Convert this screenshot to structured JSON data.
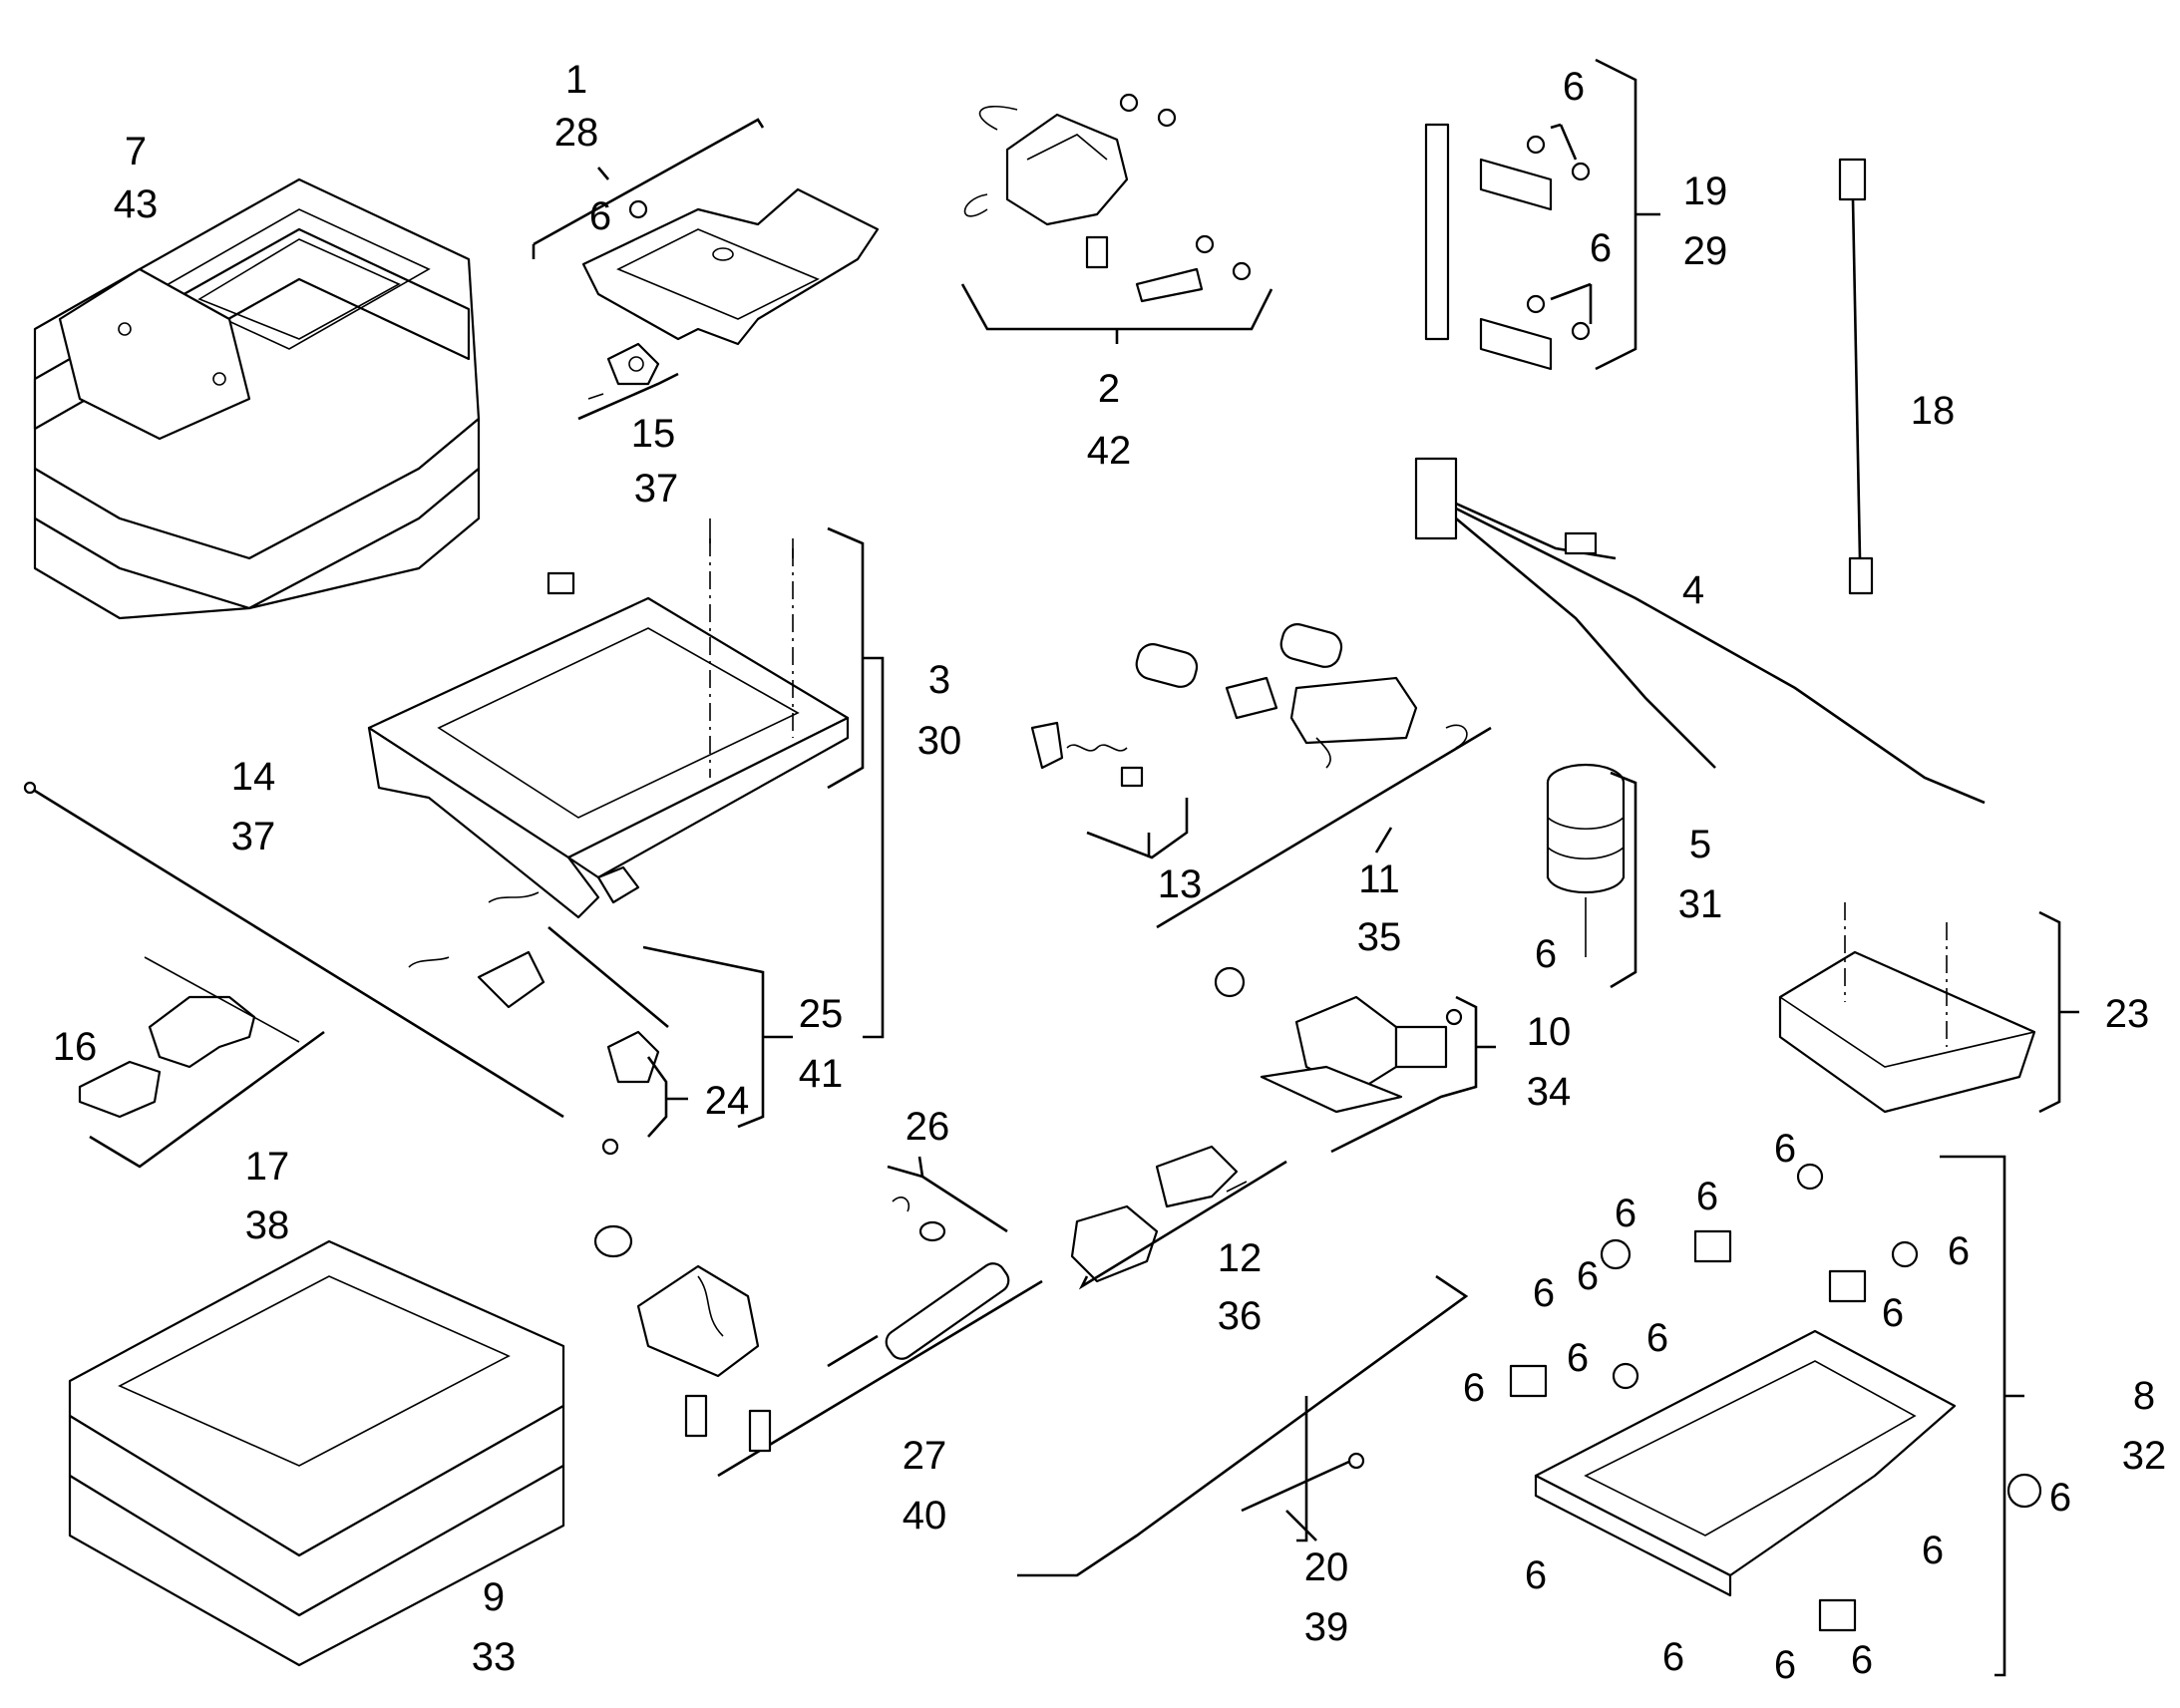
{
  "labels": {
    "l1": "1",
    "l28": "28",
    "l2": "2",
    "l42": "42",
    "l7": "7",
    "l43": "43",
    "l15": "15",
    "l37a": "37",
    "l6_a": "6",
    "l6_b": "6",
    "l6_c": "6",
    "l19": "19",
    "l29": "29",
    "l18": "18",
    "l4": "4",
    "l3": "3",
    "l30": "30",
    "l14": "14",
    "l37b": "37",
    "l13": "13",
    "l11": "11",
    "l35": "35",
    "l5": "5",
    "l31": "31",
    "l6_d": "6",
    "l16": "16",
    "l17": "17",
    "l38": "38",
    "l25": "25",
    "l41": "41",
    "l24": "24",
    "l10": "10",
    "l34": "34",
    "l23": "23",
    "l26": "26",
    "l27": "27",
    "l40": "40",
    "l12": "12",
    "l36": "36",
    "l9": "9",
    "l33": "33",
    "l20": "20",
    "l39": "39",
    "l8": "8",
    "l32": "32",
    "s6_1": "6",
    "s6_2": "6",
    "s6_3": "6",
    "s6_4": "6",
    "s6_5": "6",
    "s6_6": "6",
    "s6_7": "6",
    "s6_8": "6",
    "s6_9": "6",
    "s6_10": "6",
    "s6_11": "6",
    "s6_12": "6",
    "s6_13": "6",
    "s6_14": "6",
    "s6_15": "6",
    "s6_16": "6"
  }
}
